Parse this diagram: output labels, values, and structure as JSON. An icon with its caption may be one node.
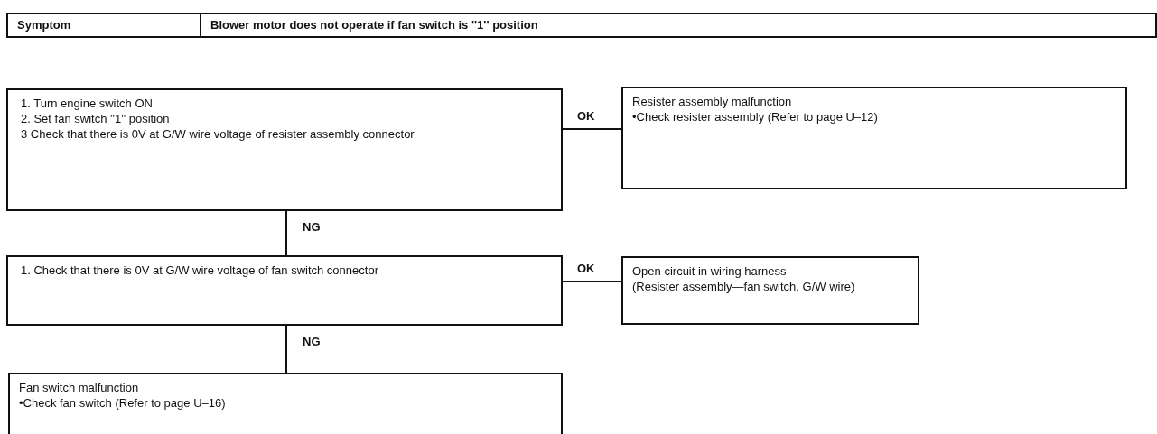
{
  "diagram": {
    "nodes": [
      {
        "text": [
          "1. Turn engine switch ON",
          "2. Set fan switch ''1'' position",
          "3 Check that there is 0V at G/W wire voltage of resister assembly connector"
        ]
      },
      {
        "text": [
          "Resister assembly malfunction",
          "•Check resister assembly (Refer to page U–12)"
        ]
      },
      {
        "text": [
          "1. Check that there is 0V at G/W wire voltage of fan switch connector"
        ]
      },
      {
        "text": [
          "Open circuit in wiring harness",
          "(Resister assembly—fan switch, G/W wire)"
        ]
      },
      {
        "text": [
          "Fan switch malfunction",
          "•Check fan switch (Refer to page U–16)"
        ]
      }
    ],
    "edges": [
      {
        "from": 0,
        "to": 1,
        "arrow": "none",
        "label": "OK"
      },
      {
        "from": 0,
        "to": 2,
        "arrow": "none",
        "label": "NG"
      },
      {
        "from": 2,
        "to": 3,
        "arrow": "none",
        "label": "OK"
      },
      {
        "from": 2,
        "to": 4,
        "arrow": "none",
        "label": "NG"
      }
    ],
    "labels": [
      "Symptom",
      "Blower motor does not operate if fan switch is ''1'' position"
    ]
  }
}
